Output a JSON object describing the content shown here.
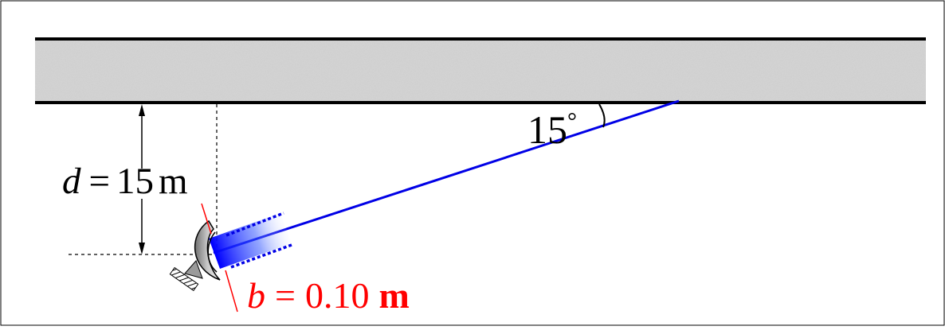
{
  "diagram": {
    "distance_label": {
      "variable": "d",
      "equals": "=",
      "value": "15",
      "unit": "m"
    },
    "angle_label": {
      "value": "15",
      "degree": "°"
    },
    "width_label": {
      "variable": "b",
      "equals": "=",
      "value": "0.10",
      "unit": "m"
    },
    "colors": {
      "beam": "#0000e6",
      "width_label": "#ff0000",
      "ceiling_fill": "#d6d6d6",
      "frame": "#000000"
    }
  }
}
